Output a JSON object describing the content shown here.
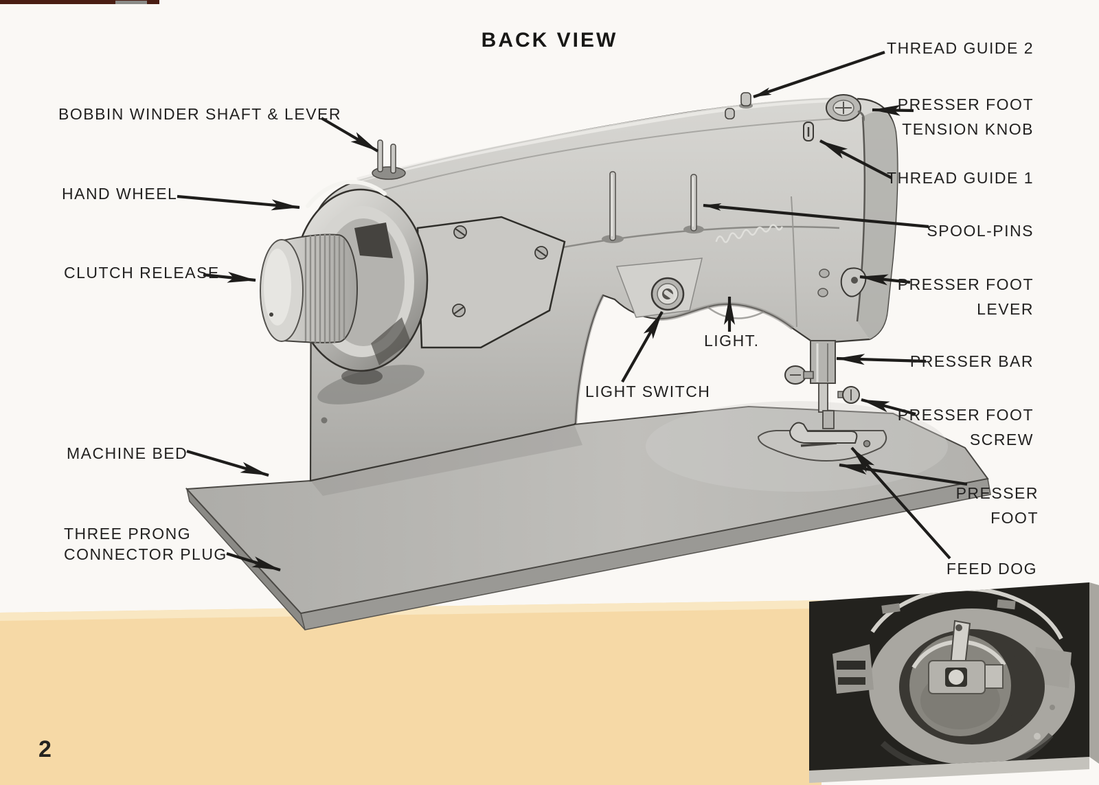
{
  "page": {
    "title": "BACK VIEW",
    "page_number": "2"
  },
  "callouts": {
    "bobbin_winder_shaft_lever": "BOBBIN WINDER SHAFT & LEVER",
    "hand_wheel": "HAND WHEEL",
    "clutch_release": "CLUTCH RELEASE",
    "machine_bed": "MACHINE BED",
    "three_prong_line1": "THREE PRONG",
    "three_prong_line2": "CONNECTOR PLUG",
    "thread_guide_2": "THREAD GUIDE 2",
    "presser_foot_tension_line1": "PRESSER FOOT",
    "presser_foot_tension_line2": "TENSION KNOB",
    "thread_guide_1": "THREAD GUIDE 1",
    "spool_pins": "SPOOL-PINS",
    "presser_foot_lever_line1": "PRESSER FOOT",
    "presser_foot_lever_line2": "LEVER",
    "presser_bar": "PRESSER BAR",
    "presser_foot_screw_line1": "PRESSER FOOT",
    "presser_foot_screw_line2": "SCREW",
    "presser_foot_line1": "PRESSER",
    "presser_foot_line2": "FOOT",
    "feed_dog": "FEED DOG",
    "light": "LIGHT.",
    "light_switch": "LIGHT SWITCH"
  },
  "colors": {
    "page_background": "#faf8f5",
    "label_ink": "#222120",
    "band_yellow": "#f6d9a6",
    "machine_gray": "#c6c5c1",
    "machine_shadow": "#8e8d89",
    "inset_background": "#23221e",
    "corner_mark_red": "#4a1d13"
  }
}
